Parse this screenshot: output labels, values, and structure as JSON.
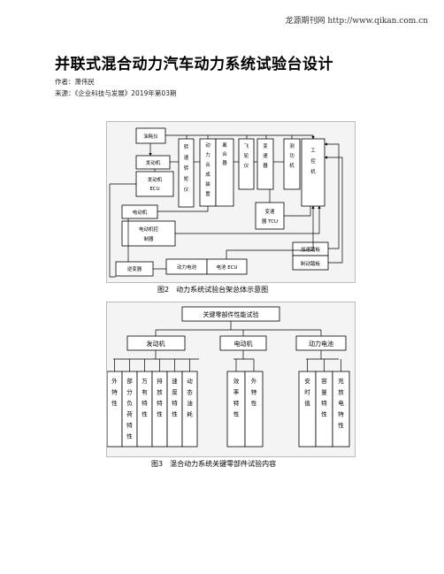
{
  "header": {
    "site": "龙源期刊网 http://www.qikan.com.cn"
  },
  "article": {
    "title": "并联式混合动力汽车动力系统试验台设计",
    "author": "作者：萧伟民",
    "source": "来源：《企业科技与发展》2019年第03期"
  },
  "figure2": {
    "caption": "图2　动力系统试验台架总体示意图",
    "boxes": {
      "fuel": "油耗仪",
      "engine": "发动机",
      "ecu1": "发动机",
      "ecu2": "ECU",
      "torque": [
        "转",
        "速",
        "转",
        "矩",
        "仪"
      ],
      "coupler": [
        "动",
        "力",
        "合",
        "成",
        "装",
        "置"
      ],
      "clutch": [
        "离",
        "合",
        "器"
      ],
      "flywheel": [
        "飞",
        "轮",
        "仪"
      ],
      "trans": [
        "变",
        "速",
        "器"
      ],
      "dyno": [
        "测",
        "功",
        "机"
      ],
      "ipc": [
        "工",
        "控",
        "机"
      ],
      "tcu1": "变速",
      "tcu2": "器 TCU",
      "motor": "电动机",
      "mcu1": "电动机控",
      "mcu2": "制器",
      "inverter": "逆变器",
      "battery": "动力电池",
      "bms": "电池 ECU",
      "accel": "加速踏板",
      "brake": "制动踏板"
    }
  },
  "figure3": {
    "caption": "图3　混合动力系统关键零部件试验内容",
    "root": "关键零部件性能试验",
    "groups": {
      "engine": "发动机",
      "motor": "电动机",
      "battery": "动力电池"
    },
    "engine_items": [
      [
        "外",
        "特",
        "性"
      ],
      [
        "部",
        "分",
        "负",
        "荷",
        "特",
        "性"
      ],
      [
        "万",
        "有",
        "特",
        "性"
      ],
      [
        "排",
        "放",
        "特",
        "性"
      ],
      [
        "速",
        "度",
        "特",
        "性"
      ],
      [
        "动",
        "态",
        "油",
        "耗"
      ]
    ],
    "motor_items": [
      [
        "效",
        "率",
        "特",
        "性"
      ],
      [
        "外",
        "特",
        "性"
      ]
    ],
    "battery_items": [
      [
        "安",
        "时",
        "值"
      ],
      [
        "容",
        "量",
        "特",
        "性"
      ],
      [
        "充",
        "放",
        "电",
        "特",
        "性"
      ]
    ]
  }
}
